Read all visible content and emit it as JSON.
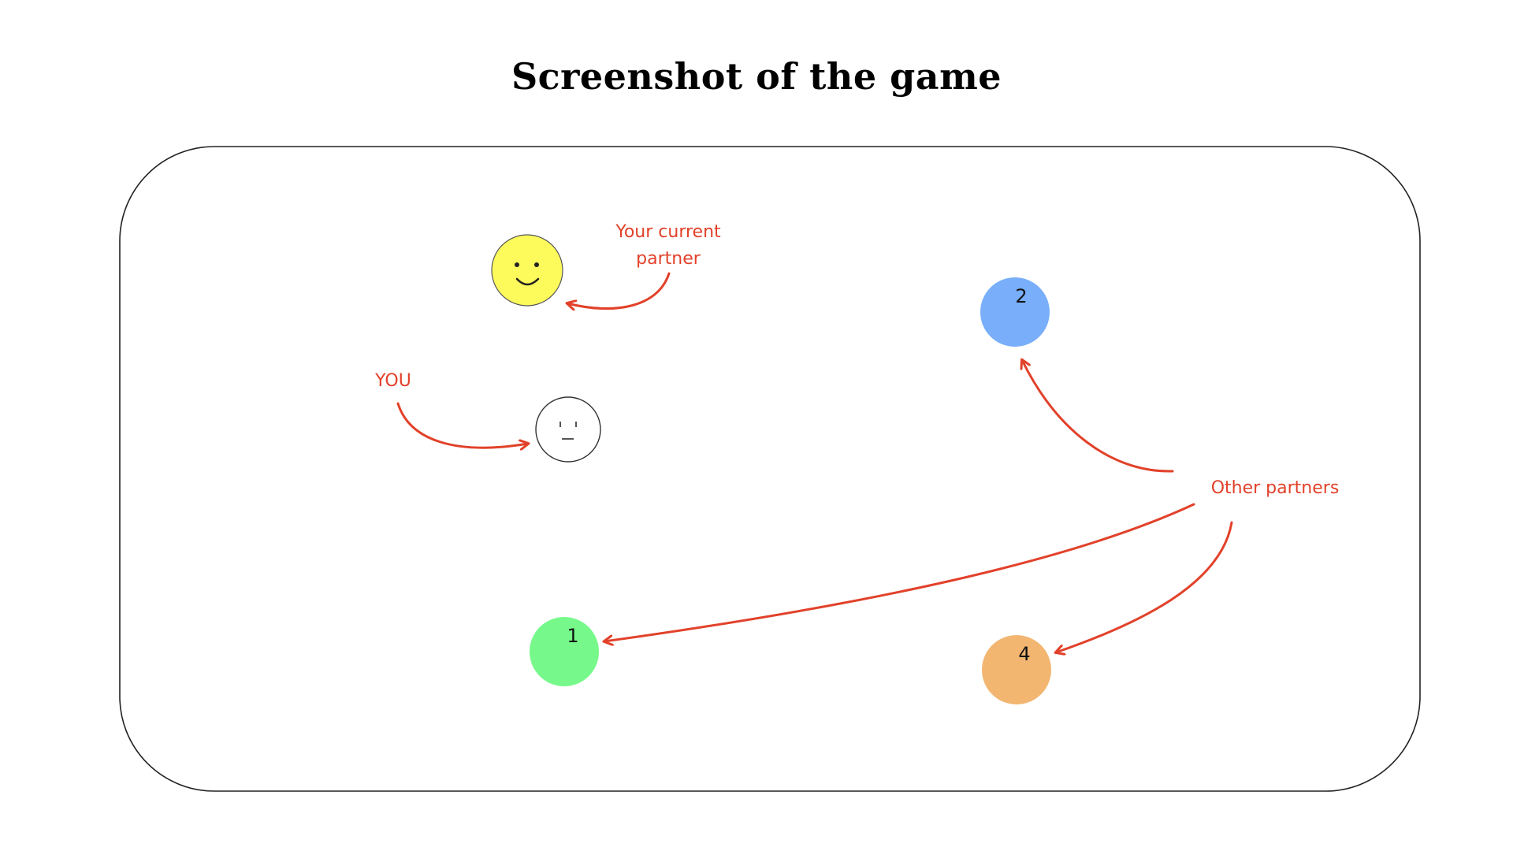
{
  "title": "Screenshot of the game",
  "colors": {
    "annotation": "#e2412a",
    "frame": "#222222",
    "partner_current": "#fdfa5c",
    "partner_1": "#76f98a",
    "partner_2": "#78aefa",
    "partner_4": "#f2b671",
    "you": "#ffffff"
  },
  "players": {
    "you": {
      "face": "neutral-face-icon"
    },
    "current_partner": {
      "face": "smiley-face-icon"
    },
    "others": [
      {
        "number": "2"
      },
      {
        "number": "1"
      },
      {
        "number": "4"
      }
    ]
  },
  "annotations": {
    "you": "YOU",
    "current_partner_line1": "Your current",
    "current_partner_line2": "partner",
    "other_partners": "Other partners"
  }
}
